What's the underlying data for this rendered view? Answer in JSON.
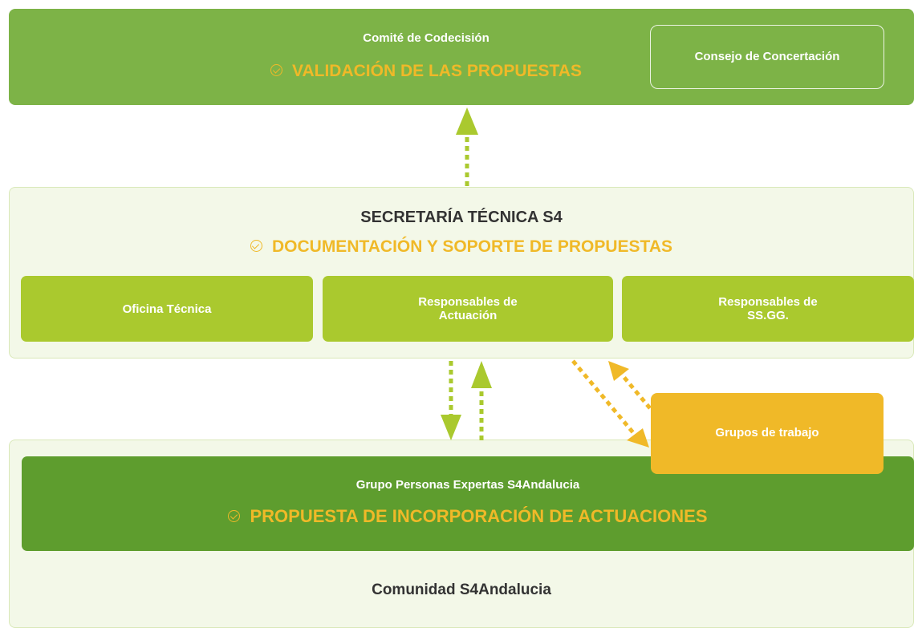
{
  "top": {
    "title": "Comité de Codecisión",
    "subtitle": "VALIDACIÓN DE LAS PROPUESTAS",
    "consejo_label": "Consejo de Concertación"
  },
  "middle": {
    "title": "SECRETARÍA TÉCNICA S4",
    "subtitle": "DOCUMENTACIÓN Y SOPORTE DE PROPUESTAS",
    "cards": [
      {
        "label": "Oficina Técnica"
      },
      {
        "label": "Responsables de\nActuación"
      },
      {
        "label": "Responsables de\nSS.GG."
      }
    ]
  },
  "bottom": {
    "experts_title": "Grupo Personas Expertas S4Andalucia",
    "experts_subtitle": "PROPUESTA DE INCORPORACIÓN DE ACTUACIONES",
    "community": "Comunidad S4Andalucia"
  },
  "working_groups": {
    "label": "Grupos de trabajo"
  },
  "colors": {
    "top_band": "#7db347",
    "cards": "#aac92e",
    "experts_band": "#5e9d2e",
    "accent_orange": "#f0b928",
    "light_band": "#f3f8e8"
  }
}
